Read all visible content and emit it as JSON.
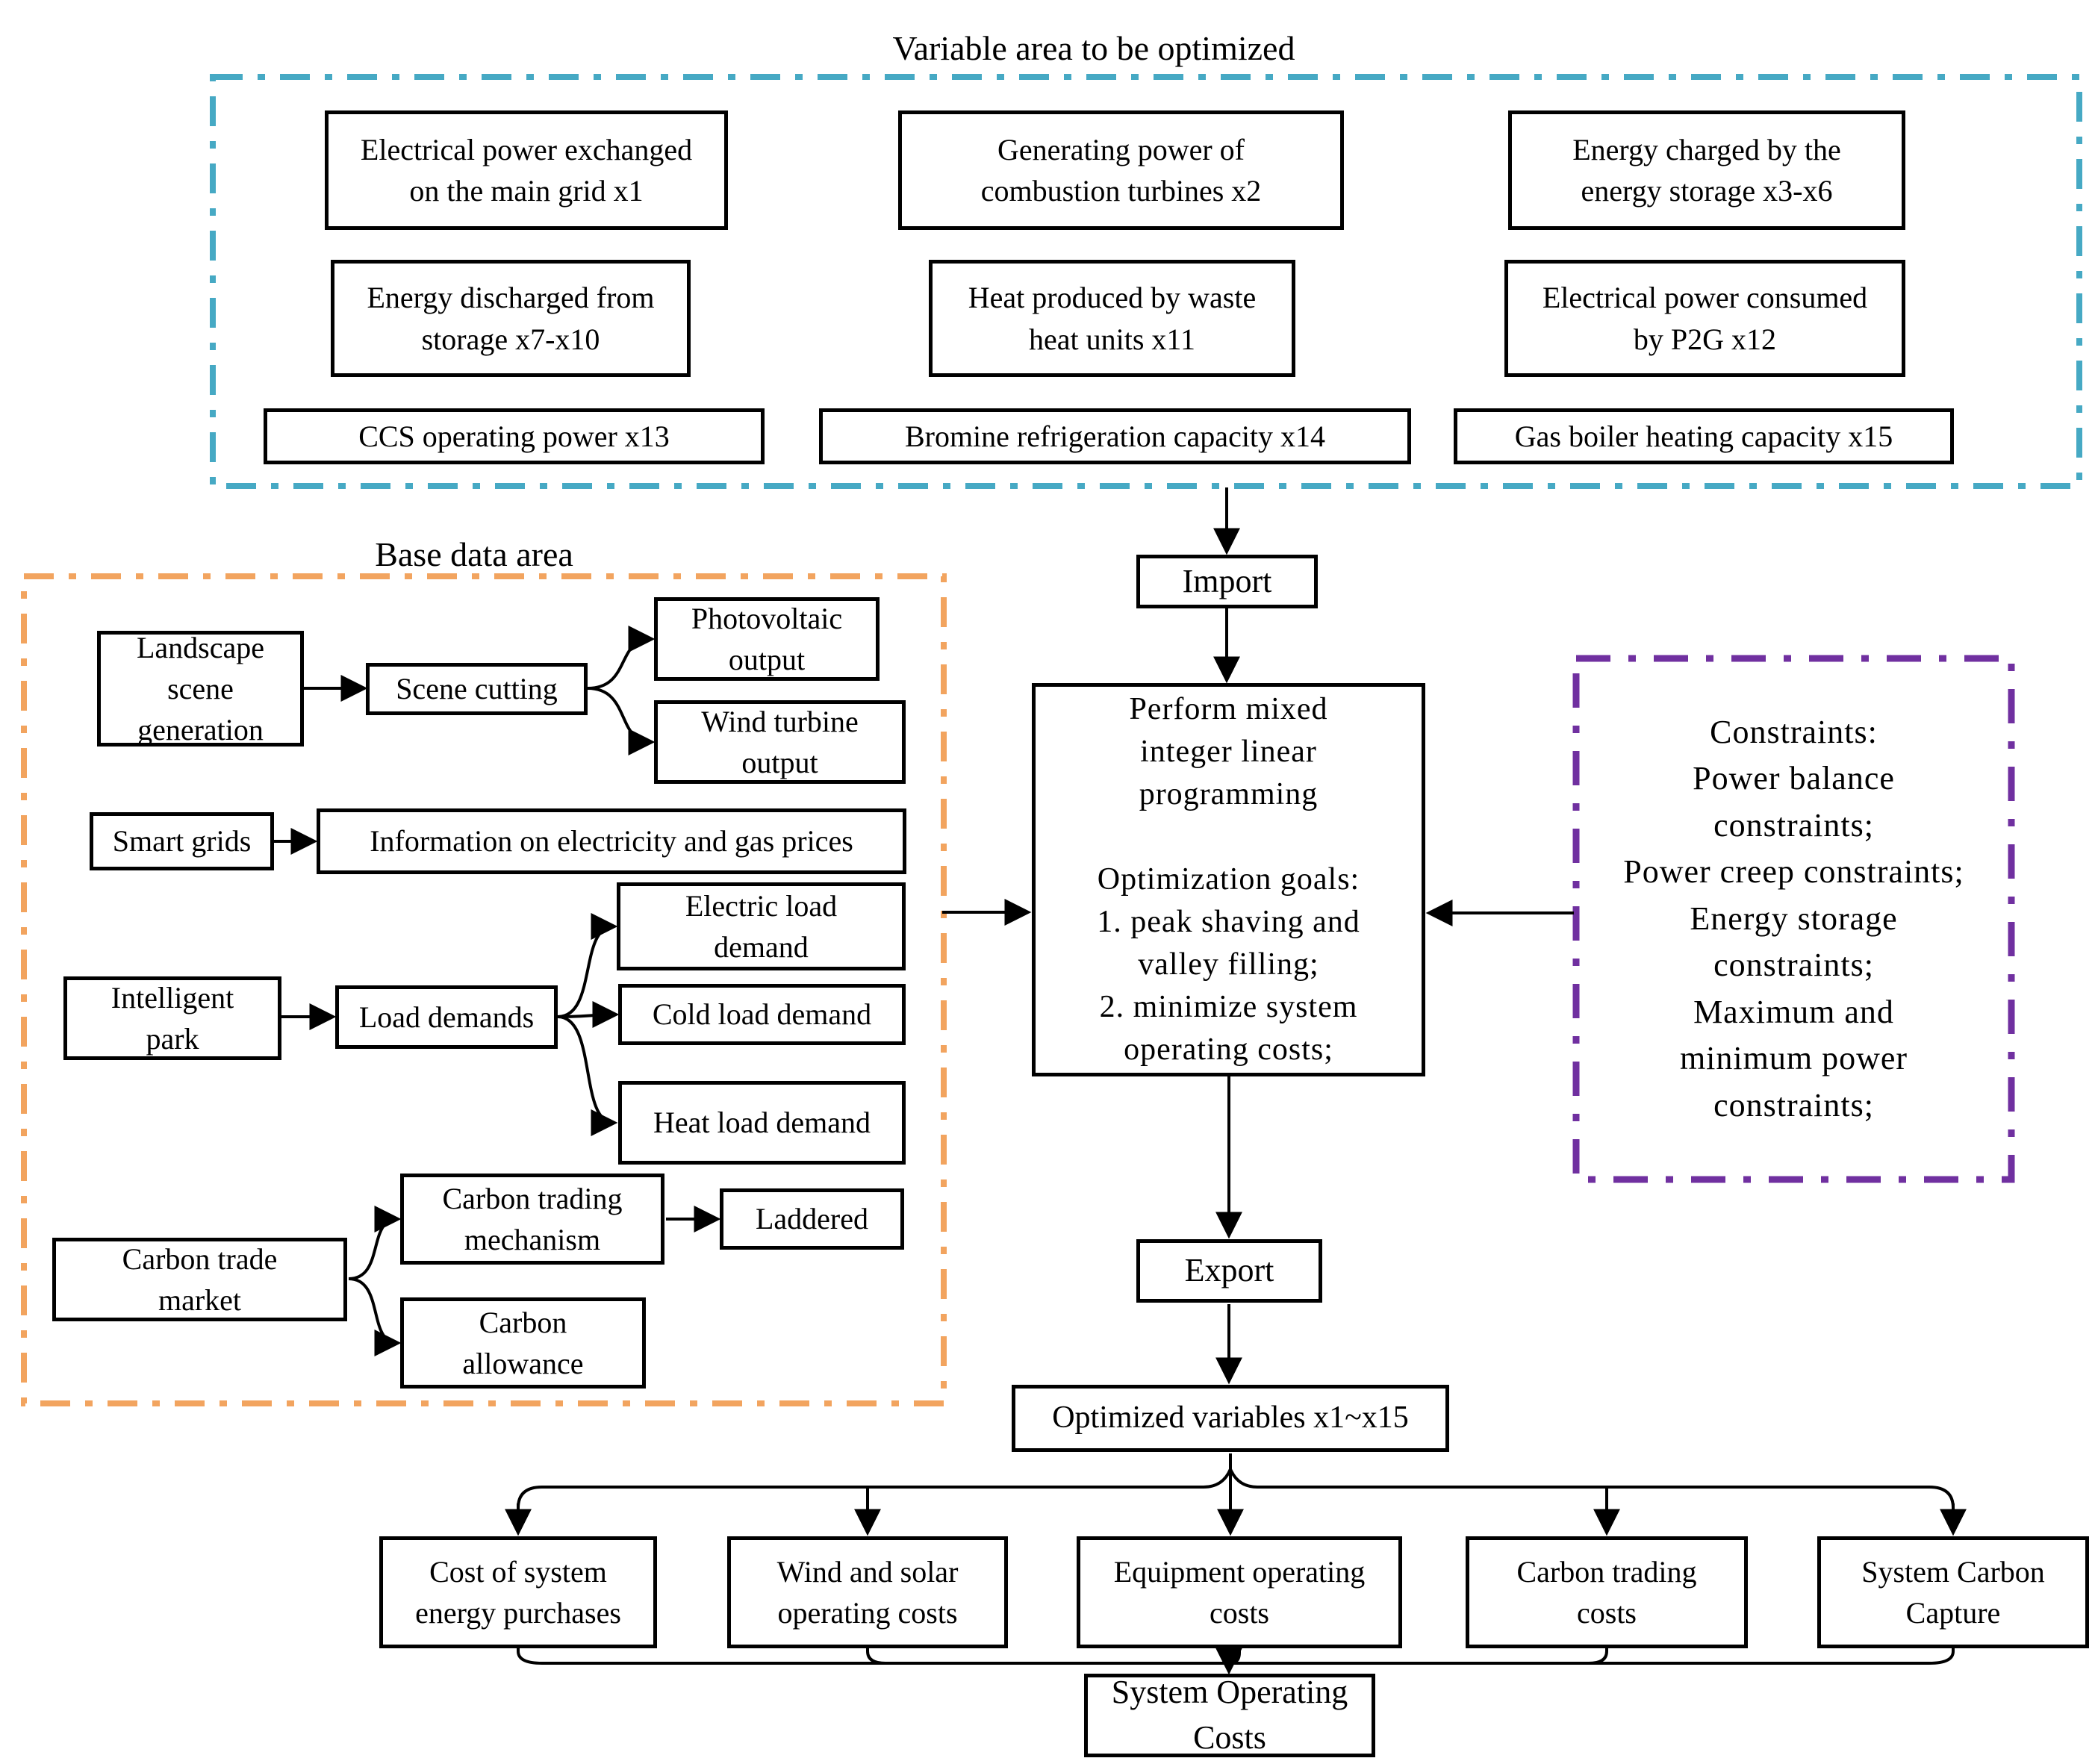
{
  "colors": {
    "variable_area": "#46a9c4",
    "base_data": "#f2a45f",
    "constraints": "#7030a0",
    "line": "#000000"
  },
  "variable_area": {
    "title": "Variable area to be optimized",
    "boxes": [
      [
        "Electrical power exchanged",
        "on the main grid x1"
      ],
      [
        "Generating power of",
        "combustion turbines x2"
      ],
      [
        "Energy charged by the",
        "energy storage x3-x6"
      ],
      [
        "Energy discharged from",
        "storage x7-x10"
      ],
      [
        "Heat produced by waste",
        "heat units x11"
      ],
      [
        "Electrical power consumed",
        "by P2G x12"
      ],
      "CCS operating power x13",
      "Bromine refrigeration capacity x14",
      "Gas boiler heating capacity x15"
    ]
  },
  "base_data_area": {
    "label": "Base data area",
    "nodes": {
      "landscape": [
        "Landscape",
        "scene",
        "generation"
      ],
      "scene_cutting": "Scene cutting",
      "photovoltaic": [
        "Photovoltaic",
        "output"
      ],
      "wind_turbine": [
        "Wind turbine",
        "output"
      ],
      "smart_grids": "Smart grids",
      "info_prices": "Information on electricity and gas prices",
      "intelligent_park": [
        "Intelligent",
        "park"
      ],
      "load_demands": "Load demands",
      "electric_load": [
        "Electric load",
        "demand"
      ],
      "cold_load": "Cold load demand",
      "heat_load": "Heat load demand",
      "carbon_market": [
        "Carbon trade",
        "market"
      ],
      "carbon_mechanism": [
        "Carbon trading",
        "mechanism"
      ],
      "laddered": "Laddered",
      "carbon_allowance": [
        "Carbon",
        "allowance"
      ]
    }
  },
  "process": {
    "import_label": "Import",
    "milp_lines": [
      "Perform mixed",
      "integer linear",
      "programming",
      "",
      "Optimization goals:",
      "1. peak shaving and",
      "valley filling;",
      "2. minimize system",
      "operating costs;"
    ],
    "export_label": "Export",
    "optimized_label": "Optimized variables x1~x15"
  },
  "constraints": {
    "lines": [
      "Constraints:",
      "Power balance",
      "constraints;",
      "Power creep constraints;",
      "Energy storage",
      "constraints;",
      "Maximum and",
      "minimum power",
      "constraints;"
    ]
  },
  "outputs": [
    [
      "Cost of system",
      "energy purchases"
    ],
    [
      "Wind and solar",
      "operating costs"
    ],
    [
      "Equipment operating",
      "costs"
    ],
    [
      "Carbon trading",
      "costs"
    ],
    [
      "System Carbon",
      "Capture"
    ]
  ],
  "final_box": [
    "System Operating",
    "Costs"
  ]
}
